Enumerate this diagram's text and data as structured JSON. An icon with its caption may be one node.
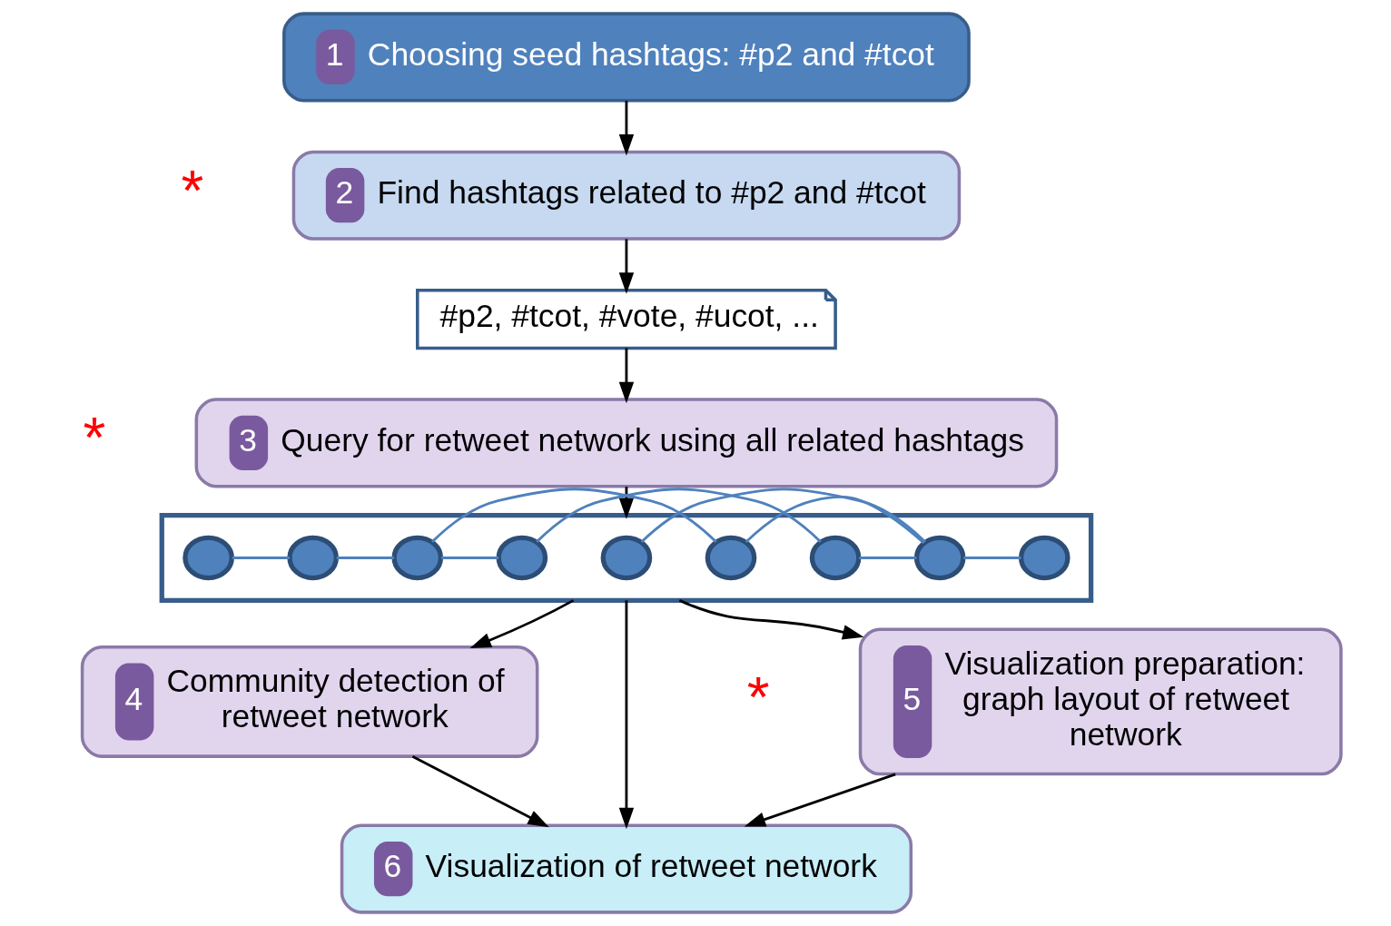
{
  "diagram": {
    "nodes": [
      {
        "text": [
          "1",
          "Choosing seed hashtags: #p2 and #tcot"
        ]
      },
      {
        "text": [
          "2",
          "Find hashtags related to #p2 and #tcot"
        ]
      },
      {
        "text": [
          "#p2, #tcot, #vote, #ucot, ..."
        ]
      },
      {
        "text": [
          "3",
          "Query for retweet network using all related hashtags"
        ]
      },
      {
        "text": [],
        "shape": "box"
      },
      {
        "text": [],
        "shape": "circle",
        "in": 4
      },
      {
        "text": [],
        "shape": "circle",
        "in": 4
      },
      {
        "text": [],
        "shape": "circle",
        "in": 4
      },
      {
        "text": [],
        "shape": "circle",
        "in": 4
      },
      {
        "text": [],
        "shape": "circle",
        "in": 4
      },
      {
        "text": [],
        "shape": "circle",
        "in": 4
      },
      {
        "text": [],
        "shape": "circle",
        "in": 4
      },
      {
        "text": [],
        "shape": "circle",
        "in": 4
      },
      {
        "text": [],
        "shape": "circle",
        "in": 4
      },
      {
        "text": [
          "4",
          "Community detection of retweet network"
        ]
      },
      {
        "text": [
          "5",
          "Visualization preparation: graph layout of retweet network"
        ]
      },
      {
        "text": [
          "6",
          "Visualization of retweet network"
        ]
      }
    ],
    "edges": [
      {
        "from": 0,
        "to": 1,
        "arrow": "to"
      },
      {
        "from": 1,
        "to": 2,
        "arrow": "to"
      },
      {
        "from": 2,
        "to": 3,
        "arrow": "to"
      },
      {
        "from": 3,
        "to": 4,
        "arrow": "to"
      },
      {
        "from": 6,
        "to": 8,
        "arrow": "none",
        "color": "#4f81bd"
      },
      {
        "from": 6,
        "to": 5,
        "arrow": "none",
        "color": "#4f81bd"
      },
      {
        "from": 6,
        "to": 7,
        "arrow": "none",
        "color": "#4f81bd"
      },
      {
        "from": 6,
        "to": 9,
        "arrow": "none",
        "color": "#4f81bd"
      },
      {
        "from": 8,
        "to": 11,
        "arrow": "none",
        "color": "#4f81bd"
      },
      {
        "from": 10,
        "to": 7,
        "arrow": "none",
        "color": "#4f81bd"
      },
      {
        "from": 10,
        "to": 11,
        "arrow": "none",
        "color": "#4f81bd"
      },
      {
        "from": 12,
        "to": 11,
        "arrow": "none",
        "color": "#4f81bd"
      },
      {
        "from": 12,
        "to": 13,
        "arrow": "none",
        "color": "#4f81bd"
      },
      {
        "from": 4,
        "to": 14,
        "arrow": "to"
      },
      {
        "from": 4,
        "to": 16,
        "arrow": "to"
      },
      {
        "from": 4,
        "to": 15,
        "arrow": "to"
      },
      {
        "from": 14,
        "to": 16,
        "arrow": "to"
      },
      {
        "from": 15,
        "to": 16,
        "arrow": "to"
      }
    ],
    "labels": [
      "*",
      "*",
      "*"
    ]
  }
}
